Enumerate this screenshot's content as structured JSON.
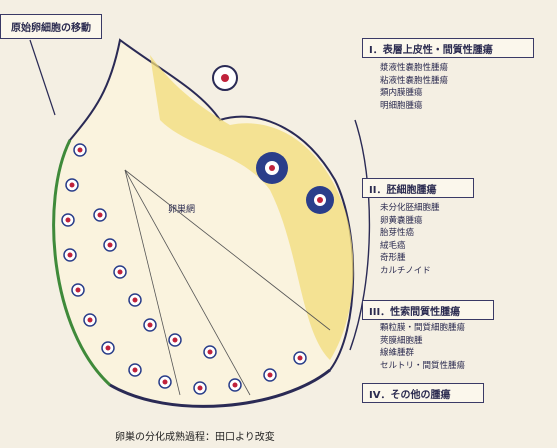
{
  "migration_label": "原始卵細胞の移動",
  "rete_label": "卵巣網",
  "sections": [
    {
      "title": "I．表層上皮性・間質性腫瘍",
      "items": [
        "漿液性嚢胞性腫瘍",
        "粘液性嚢胞性腫瘍",
        "類内膜腫瘍",
        "明細胞腫瘍"
      ]
    },
    {
      "title": "II．胚細胞腫瘍",
      "items": [
        "未分化胚細胞腫",
        "卵黄嚢腫瘍",
        "胎芽性癌",
        "絨毛癌",
        "奇形腫",
        "カルチノイド"
      ]
    },
    {
      "title": "III．性索間質性腫瘍",
      "items": [
        "顆粒膜・間質細胞腫瘍",
        "莢膜細胞腫",
        "線維腫群",
        "セルトリ・間質性腫瘍"
      ]
    },
    {
      "title": "IV．その他の腫瘍",
      "items": []
    }
  ],
  "caption": "卵巣の分化成熟過程：田口より改変"
}
